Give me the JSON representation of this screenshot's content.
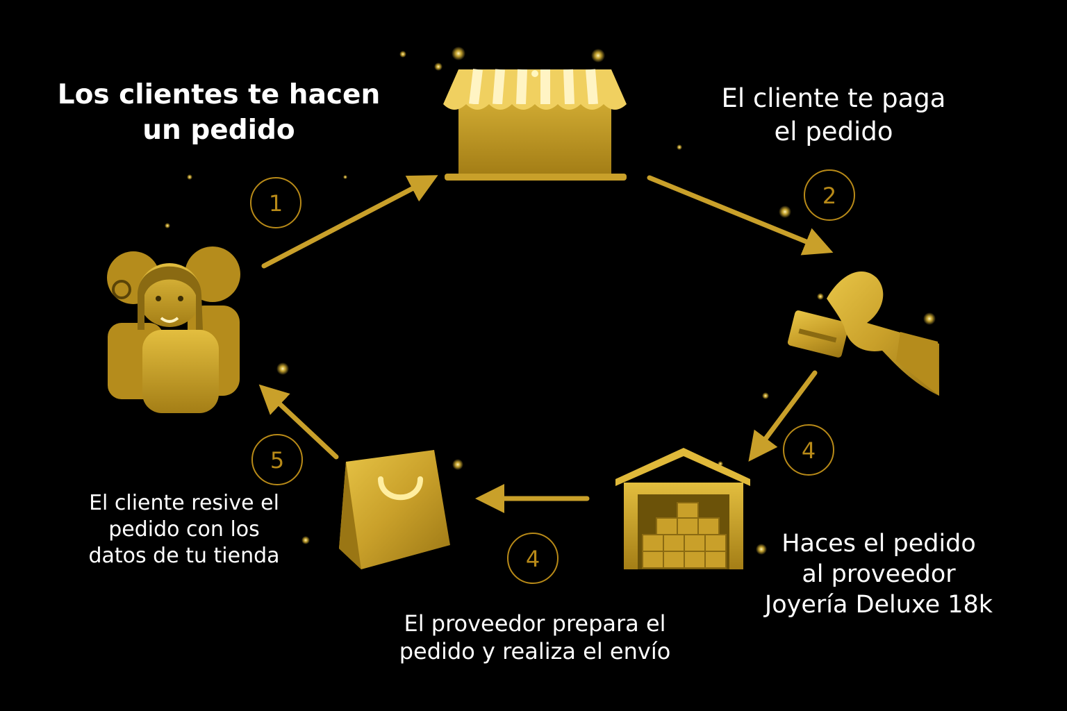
{
  "steps": [
    {
      "id": 1,
      "number": "1",
      "lines": [
        "Los clientes te hacen",
        "un pedido"
      ]
    },
    {
      "id": 2,
      "number": "2",
      "lines": [
        "El cliente te paga",
        "el pedido"
      ]
    },
    {
      "id": 3,
      "number": "4",
      "lines": [
        "Haces el pedido",
        "al proveedor",
        "Joyería Deluxe 18k"
      ]
    },
    {
      "id": 4,
      "number": "4",
      "lines": [
        "El proveedor prepara el",
        "pedido y realiza el envío"
      ]
    },
    {
      "id": 5,
      "number": "5",
      "lines": [
        "El cliente resive el",
        "pedido con los",
        "datos de tu tienda"
      ]
    }
  ],
  "icons": [
    "storefront-icon",
    "hand-card-icon",
    "warehouse-icon",
    "shopping-bag-icon",
    "customers-icon"
  ],
  "colors": {
    "background": "#000000",
    "gold": "#c9a02a",
    "gold_light": "#e8c547",
    "gold_dark": "#8a6a12",
    "number_ring": "#b88a18",
    "text": "#ffffff"
  }
}
